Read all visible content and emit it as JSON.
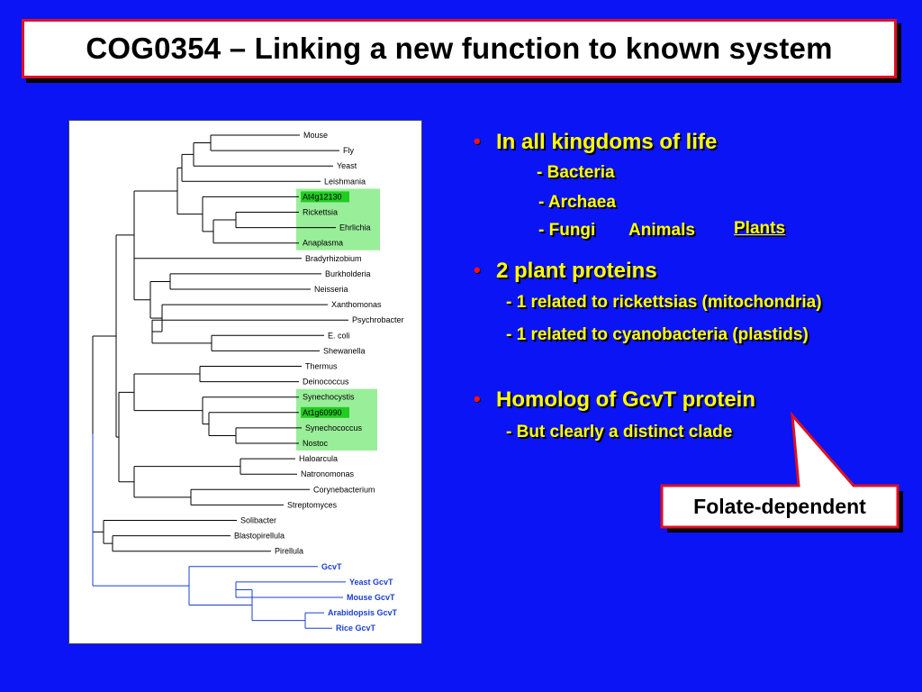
{
  "slide": {
    "title": "COG0354 – Linking a new function to known system"
  },
  "tree": {
    "leaves": [
      {
        "name": "Mouse",
        "color": "#000000"
      },
      {
        "name": "Fly",
        "color": "#000000"
      },
      {
        "name": "Yeast",
        "color": "#000000"
      },
      {
        "name": "Leishmania",
        "color": "#000000"
      },
      {
        "name": "At4g12130",
        "color": "#000000"
      },
      {
        "name": "Rickettsia",
        "color": "#000000"
      },
      {
        "name": "Ehrlichia",
        "color": "#000000"
      },
      {
        "name": "Anaplasma",
        "color": "#000000"
      },
      {
        "name": "Bradyrhizobium",
        "color": "#000000"
      },
      {
        "name": "Burkholderia",
        "color": "#000000"
      },
      {
        "name": "Neisseria",
        "color": "#000000"
      },
      {
        "name": "Xanthomonas",
        "color": "#000000"
      },
      {
        "name": "Psychrobacter",
        "color": "#000000"
      },
      {
        "name": "E. coli",
        "color": "#000000"
      },
      {
        "name": "Shewanella",
        "color": "#000000"
      },
      {
        "name": "Thermus",
        "color": "#000000"
      },
      {
        "name": "Deinococcus",
        "color": "#000000"
      },
      {
        "name": "Synechocystis",
        "color": "#000000"
      },
      {
        "name": "At1g60990",
        "color": "#000000"
      },
      {
        "name": "Synechococcus",
        "color": "#000000"
      },
      {
        "name": "Nostoc",
        "color": "#000000"
      },
      {
        "name": "Haloarcula",
        "color": "#000000"
      },
      {
        "name": "Natronomonas",
        "color": "#000000"
      },
      {
        "name": "Corynebacterium",
        "color": "#000000"
      },
      {
        "name": "Streptomyces",
        "color": "#000000"
      },
      {
        "name": "Solibacter",
        "color": "#000000"
      },
      {
        "name": "Blastopirellula",
        "color": "#000000"
      },
      {
        "name": "Pirellula",
        "color": "#000000"
      },
      {
        "name": "GcvT",
        "color": "#1a3fd0"
      },
      {
        "name": "Yeast GcvT",
        "color": "#1a3fd0"
      },
      {
        "name": "Mouse GcvT",
        "color": "#1a3fd0"
      },
      {
        "name": "Arabidopsis GcvT",
        "color": "#1a3fd0"
      },
      {
        "name": "Rice GcvT",
        "color": "#1a3fd0"
      }
    ],
    "highlight_color": "#99ee99",
    "gene_tag_color": "#22cc22"
  },
  "bullets": {
    "b1": {
      "text": "In all kingdoms of life"
    },
    "b1_bacteria": "- Bacteria",
    "b1_archaea": "- Archaea",
    "b1_fungi": "- Fungi",
    "b1_animals": "Animals",
    "b1_plants": "Plants",
    "b2": {
      "text": "2 plant proteins"
    },
    "b2_rickettsias": "- 1 related to rickettsias (mitochondria)",
    "b2_cyanobacteria": "- 1 related to cyanobacteria (plastids)",
    "b3": {
      "text": "Homolog of GcvT protein"
    },
    "b3_clade": "- But clearly a distinct clade"
  },
  "callout": {
    "label": "Folate-dependent"
  },
  "colors": {
    "background": "#0a14f5",
    "text_yellow": "#ffff00",
    "bullet_red": "#ff1010",
    "frame_red": "#e01020"
  }
}
